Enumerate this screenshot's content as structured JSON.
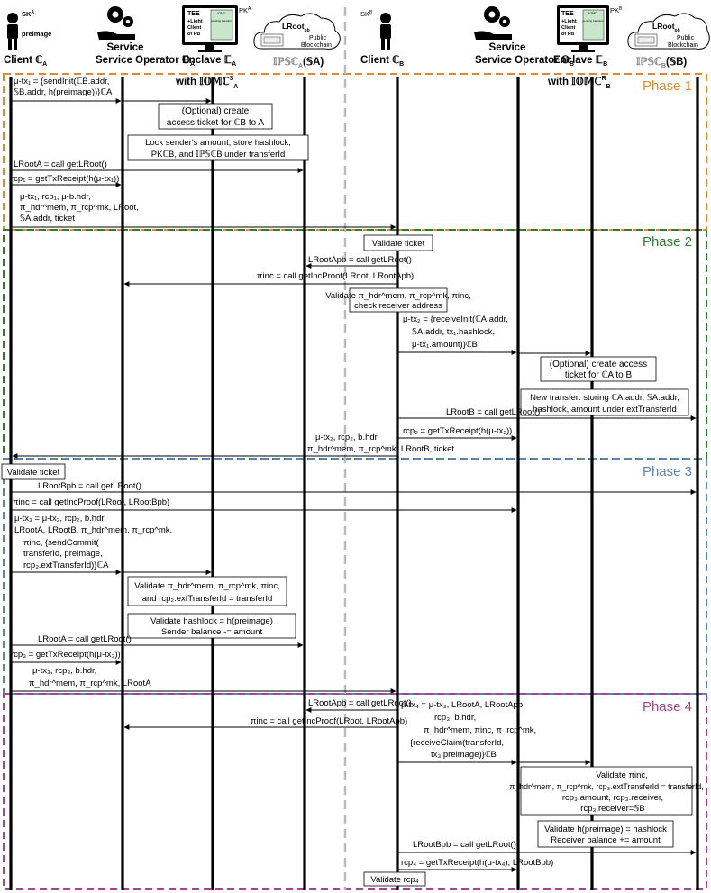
{
  "colors": {
    "phase1": "#e08a2c",
    "phase2": "#2e7d32",
    "phase3": "#5b84b1",
    "phase4": "#a8448f",
    "divider": "#bbbbbb"
  },
  "actors": [
    {
      "label": "Client ℂ",
      "sub": "A",
      "icon": "person-icon",
      "key_label": "SK",
      "key_sup": "A",
      "note": "preimage"
    },
    {
      "label": "Service Operator 𝕆",
      "sub": "A",
      "icon": "gear-hand-icon"
    },
    {
      "label": "Enclave 𝔼",
      "sub": "A",
      "icon": "tee-monitor-icon",
      "pk_label": "PK",
      "pk_sup": "A",
      "tee_text": [
        "TEE",
        "+Light",
        "Client",
        "of PB"
      ],
      "mini_doc": [
        "IOMC",
        "pending transfers"
      ],
      "with_label": "with 𝕀𝕆𝕄ℂ",
      "with_sup": "S",
      "with_sub": "A"
    },
    {
      "label": "𝕀ℙ𝕊ℂ",
      "sub": "A",
      "suffix": "(𝕊A)",
      "icon": "blockchain-cloud-icon",
      "cloud_title": "LRoot",
      "cloud_title_sub": "pb",
      "cloud_text": [
        "Public",
        "Blockchain"
      ]
    },
    {
      "label": "Client ℂ",
      "sub": "B",
      "icon": "person-icon",
      "key_label": "SK",
      "key_sup": "B"
    },
    {
      "label": "Service Operator 𝕆",
      "sub": "B",
      "icon": "gear-hand-icon"
    },
    {
      "label": "Enclave 𝔼",
      "sub": "B",
      "icon": "tee-monitor-icon",
      "pk_label": "PK",
      "pk_sup": "B",
      "tee_text": [
        "TEE",
        "+Light",
        "Client",
        "of PB"
      ],
      "mini_doc": [
        "IOMC",
        "pending transfers"
      ],
      "with_label": "with 𝕀𝕆𝕄ℂ",
      "with_sup": "R",
      "with_sub": "B"
    },
    {
      "label": "𝕀ℙ𝕊ℂ",
      "sub": "B",
      "suffix": "(𝕊B)",
      "icon": "blockchain-cloud-icon",
      "cloud_title": "LRoot",
      "cloud_title_sub": "pb",
      "cloud_text": [
        "Public",
        "Blockchain"
      ]
    }
  ],
  "phases": [
    "Phase 1",
    "Phase 2",
    "Phase 3",
    "Phase 4"
  ],
  "phase1": {
    "msg1": [
      "μ-tx₁ = {sendInit(ℂB.addr,",
      "𝕊B.addr, h(preimage))}ℂA"
    ],
    "box1": [
      "(Optional) create",
      "access ticket for ℂB to A"
    ],
    "box2": [
      "Lock sender's amount; store hashlock,",
      "PKℂB, and 𝕀ℙ𝕊ℂB under transferId"
    ],
    "msg_lroot": "LRootA = call getLRoot()",
    "msg_rcp1": "rcp₁ = getTxReceipt(h(μ-tx₁))",
    "msg_ticket": [
      "μ-tx₁, rcp₁, μ-b.hdr,",
      "π_hdr^mem, π_rcp^mk, LRoot,",
      "𝕊A.addr, ticket"
    ]
  },
  "phase2": {
    "box_validate": "Validate ticket",
    "msg_lroot": "LRootApb = call getLRoot()",
    "msg_inc": "πinc = call getIncProof(LRoot, LRootApb)",
    "box_validate2": [
      "Validate π_hdr^mem, π_rcp^mk, πinc,",
      "check receiver address"
    ],
    "msg_utx2": [
      "μ-tx₂ = {receiveInit(ℂA.addr,",
      "𝕊A.addr, tx₁.hashlock,",
      "μ-tx₁.amount)}ℂB"
    ],
    "box_ticketB": [
      "(Optional) create access",
      "ticket for ℂA to B"
    ],
    "box_newtransfer": [
      "New transfer: storing ℂA.addr, 𝕊A.addr,",
      "hashlock, amount under extTransferId"
    ],
    "msg_lrootB": "LRootB = call getLRoot()",
    "msg_rcp2": "rcp₂ = getTxReceipt(h(μ-tx₂))",
    "msg_back": [
      "μ-tx₂, rcp₂, b.hdr,",
      "π_hdr^mem, π_rcp^mk, LRootB, ticket"
    ]
  },
  "phase3": {
    "box_validate": "Validate ticket",
    "msg_lroot": "LRootBpb = call getLRoot()",
    "msg_inc": "πinc = call getIncProof(LRoot, LRootBpb)",
    "msg_utx3": [
      "μ-tx₃ = μ-tx₂, rcp₂, b.hdr,",
      "LRootA, LRootB, π_hdr^mem, π_rcp^mk,",
      "πinc, {sendCommit(",
      "transferId, preimage,",
      "rcp₂.extTransferId)}ℂA"
    ],
    "box_validate2": [
      "Validate π_hdr^mem, π_rcp^mk, πinc,",
      "and rcp₂.extTransferId = transferId"
    ],
    "box_hashlock": [
      "Validate hashlock = h(preimage)",
      "Sender balance -= amount"
    ],
    "msg_lrootA": "LRootA = call getLRoot()",
    "msg_rcp3": "rcp₃ = getTxReceipt(h(μ-tx₃))",
    "msg_tx3": [
      "μ-tx₃, rcp₃, b.hdr,",
      "π_hdr^mem, π_rcp^mk, LRootA"
    ]
  },
  "phase4": {
    "msg_lroot": "LRootApb = call getLRoot()",
    "msg_inc": "πinc = call getIncProof(LRoot, LRootApb)",
    "msg_utx4": [
      "μ-tx₄ = μ-tx₃, LRootA, LRootApb,",
      "rcp₃, b.hdr,",
      "π_hdr^mem, πinc, π_rcp^mk,",
      "{receiveClaim(transferId,",
      "tx₃.preimage)}ℂB"
    ],
    "box_validate": [
      "Validate πinc,",
      "π_hdr^mem, π_rcp^mk, rcp₃.extTransferId = transferId,",
      "rcp₃.amount, rcp₃.receiver,",
      "rcp₃.receiver=𝕊B"
    ],
    "box_hashlock": [
      "Validate h(preimage) = hashlock",
      "Receiver balance += amount"
    ],
    "msg_lroot2": "LRootBpb = call getLRoot()",
    "msg_rcp4": "rcp₄ = getTxReceipt(h(μ-tx₄), LRootBpb)",
    "box_rcp4": "Validate rcp₄"
  }
}
